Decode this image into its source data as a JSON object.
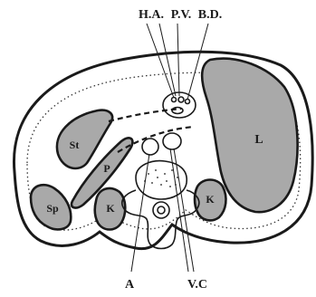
{
  "top_labels": {
    "hepatic_artery": "H.A.",
    "portal_vein": "P.V.",
    "bile_duct": "B.D."
  },
  "bottom_labels": {
    "aorta": "A",
    "vena_cava": "V.C"
  },
  "organ_labels": {
    "liver": "L",
    "stomach": "St",
    "pancreas": "P",
    "spleen": "Sp",
    "left_kidney": "K",
    "right_kidney": "K"
  },
  "colors": {
    "ink": "#1a1a1a",
    "organ_fill": "#a9a9a9",
    "background": "#ffffff"
  }
}
